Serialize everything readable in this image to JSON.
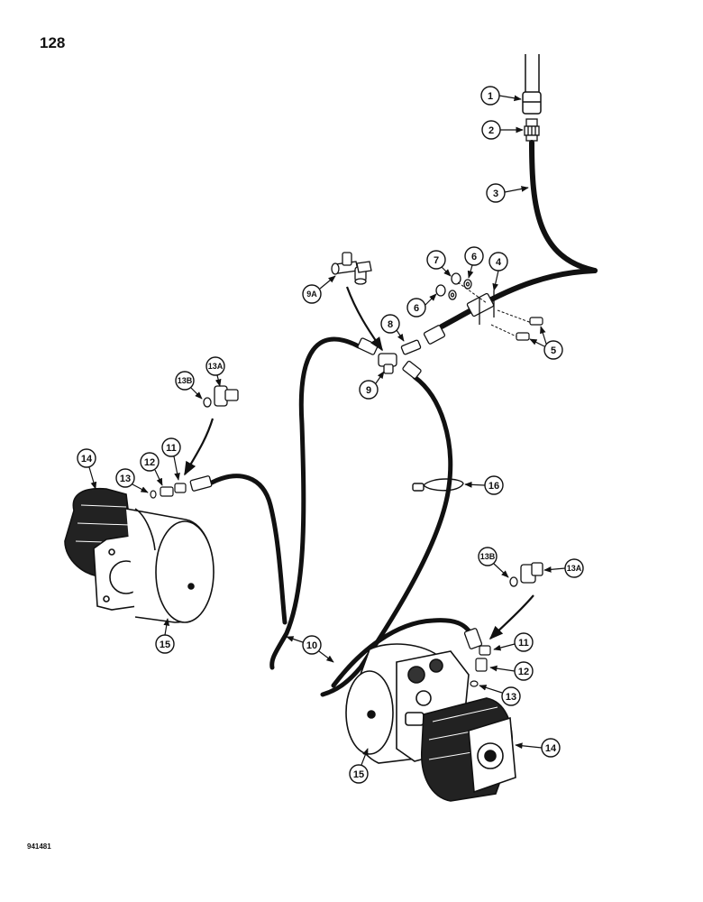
{
  "page_number": "128",
  "figure_code": "941481",
  "callouts": [
    {
      "id": "c1",
      "label": "1"
    },
    {
      "id": "c2",
      "label": "2"
    },
    {
      "id": "c3",
      "label": "3"
    },
    {
      "id": "c4",
      "label": "4"
    },
    {
      "id": "c5",
      "label": "5"
    },
    {
      "id": "c6a",
      "label": "6"
    },
    {
      "id": "c6b",
      "label": "6"
    },
    {
      "id": "c7",
      "label": "7"
    },
    {
      "id": "c8",
      "label": "8"
    },
    {
      "id": "c9",
      "label": "9"
    },
    {
      "id": "c9a",
      "label": "9A"
    },
    {
      "id": "c10",
      "label": "10"
    },
    {
      "id": "c11a",
      "label": "11"
    },
    {
      "id": "c11b",
      "label": "11"
    },
    {
      "id": "c12a",
      "label": "12"
    },
    {
      "id": "c12b",
      "label": "12"
    },
    {
      "id": "c13a",
      "label": "13"
    },
    {
      "id": "c13b",
      "label": "13"
    },
    {
      "id": "c13Aa",
      "label": "13A"
    },
    {
      "id": "c13Ab",
      "label": "13A"
    },
    {
      "id": "c13Ba",
      "label": "13B"
    },
    {
      "id": "c13Bb",
      "label": "13B"
    },
    {
      "id": "c14a",
      "label": "14"
    },
    {
      "id": "c14b",
      "label": "14"
    },
    {
      "id": "c15a",
      "label": "15"
    },
    {
      "id": "c15b",
      "label": "15"
    },
    {
      "id": "c16",
      "label": "16"
    }
  ]
}
